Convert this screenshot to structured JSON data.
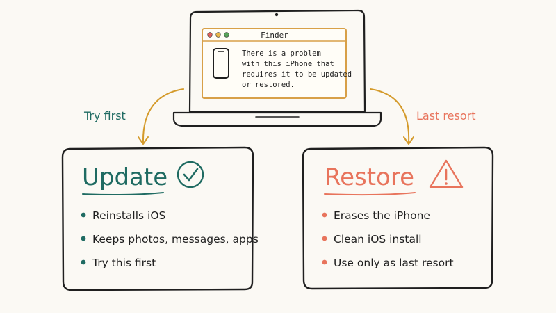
{
  "finder": {
    "title": "Finder",
    "message_lines": [
      "There is a problem",
      "with this iPhone that",
      "requires it to be updated",
      "or restored."
    ],
    "dot_colors": [
      "#e0605a",
      "#e8b64a",
      "#58a35a"
    ]
  },
  "arrows": {
    "left_label": "Try first",
    "right_label": "Last resort"
  },
  "update": {
    "title": "Update",
    "icon": "check-circle-icon",
    "items": [
      "Reinstalls iOS",
      "Keeps photos, messages, apps",
      "Try this first"
    ]
  },
  "restore": {
    "title": "Restore",
    "icon": "warning-triangle-icon",
    "items": [
      "Erases the iPhone",
      "Clean iOS install",
      "Use only as last resort"
    ]
  },
  "colors": {
    "ink": "#1f1f1f",
    "update_accent": "#1f6b62",
    "restore_accent": "#e8745c",
    "finder_border": "#d8a048",
    "arrow": "#d49a2a",
    "background": "#fbf9f4"
  }
}
